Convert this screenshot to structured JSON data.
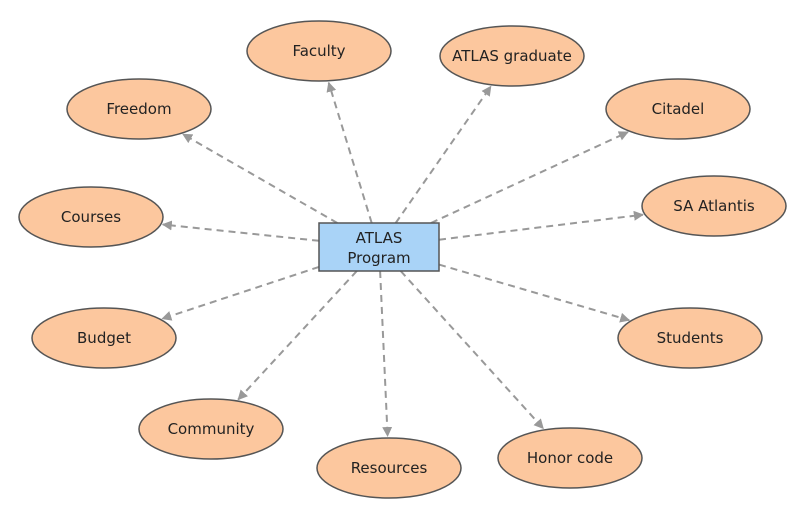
{
  "center": {
    "line1": "ATLAS",
    "line2": "Program"
  },
  "nodes": [
    {
      "id": "faculty",
      "label": "Faculty"
    },
    {
      "id": "atlas-graduate",
      "label": "ATLAS graduate"
    },
    {
      "id": "freedom",
      "label": "Freedom"
    },
    {
      "id": "citadel",
      "label": "Citadel"
    },
    {
      "id": "courses",
      "label": "Courses"
    },
    {
      "id": "sa-atlantis",
      "label": "SA Atlantis"
    },
    {
      "id": "budget",
      "label": "Budget"
    },
    {
      "id": "students",
      "label": "Students"
    },
    {
      "id": "community",
      "label": "Community"
    },
    {
      "id": "resources",
      "label": "Resources"
    },
    {
      "id": "honor-code",
      "label": "Honor code"
    }
  ],
  "colors": {
    "node_fill": "#fcc79e",
    "node_stroke": "#555555",
    "center_fill": "#a9d3f7",
    "center_stroke": "#555555",
    "edge": "#999999"
  }
}
